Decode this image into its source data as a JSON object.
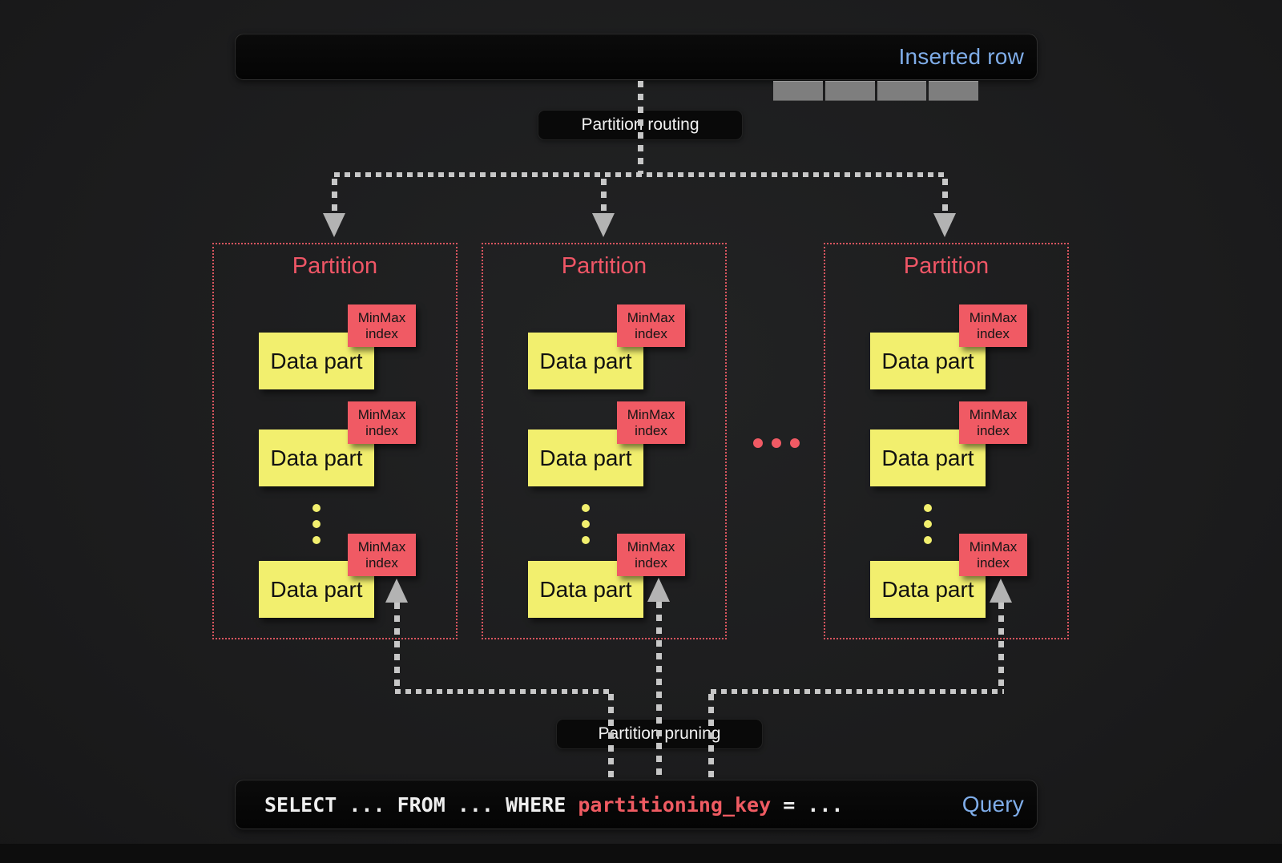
{
  "colors": {
    "background": "#1c1c1c",
    "panel": "#060606",
    "data_part_yellow": "#f2ef6e",
    "accent_red": "#f05a64",
    "accent_blue": "#7fade9",
    "line_gray": "#c7c7c7",
    "text_light": "#f2f2f2"
  },
  "inserted_row": {
    "label": "Inserted row",
    "segments": 4
  },
  "routing_pill": {
    "label": "Partition routing"
  },
  "pruning_pill": {
    "label": "Partition pruning"
  },
  "icons": {
    "row_bar": "segmented-row-bar",
    "partition_ellipsis": "...",
    "more_parts_ellipsis": "⋮"
  },
  "partitions": [
    {
      "title": "Partition",
      "parts": [
        {
          "part_label": "Data part",
          "index_label": "MinMax index"
        },
        {
          "part_label": "Data part",
          "index_label": "MinMax index"
        },
        {
          "part_label": "Data part",
          "index_label": "MinMax index"
        }
      ]
    },
    {
      "title": "Partition",
      "parts": [
        {
          "part_label": "Data part",
          "index_label": "MinMax index"
        },
        {
          "part_label": "Data part",
          "index_label": "MinMax index"
        },
        {
          "part_label": "Data part",
          "index_label": "MinMax index"
        }
      ]
    },
    {
      "title": "Partition",
      "parts": [
        {
          "part_label": "Data part",
          "index_label": "MinMax index"
        },
        {
          "part_label": "Data part",
          "index_label": "MinMax index"
        },
        {
          "part_label": "Data part",
          "index_label": "MinMax index"
        }
      ]
    }
  ],
  "query": {
    "code_before": "SELECT ... FROM ... WHERE ",
    "code_key": "partitioning_key",
    "code_after": " = ...",
    "label": "Query"
  }
}
